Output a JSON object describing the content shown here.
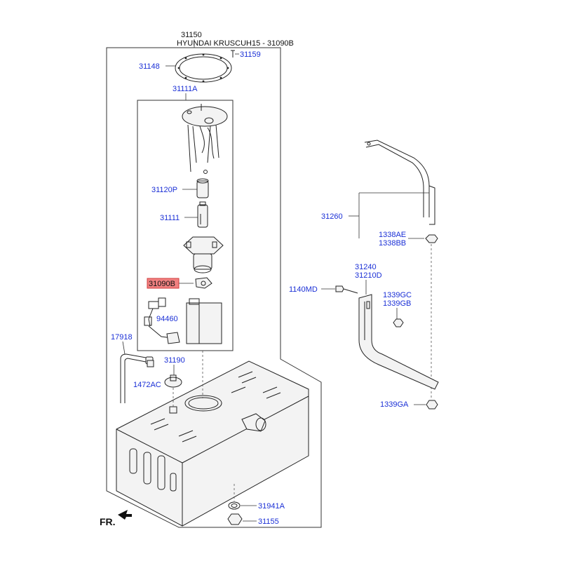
{
  "header": {
    "top_code": "31150",
    "title": "HYUNDAI KRUSCUH15 - 31090B"
  },
  "labels": {
    "p31159": "31159",
    "p31148": "31148",
    "p31111A": "31111A",
    "p31120P": "31120P",
    "p31111": "31111",
    "p31090B": "31090B",
    "p94460": "94460",
    "p17918": "17918",
    "p31190": "31190",
    "p1472AC": "1472AC",
    "p31260": "31260",
    "p1338AE": "1338AE",
    "p1338BB": "1338BB",
    "p31240": "31240",
    "p31210D": "31210D",
    "p1140MD": "1140MD",
    "p1339GC": "1339GC",
    "p1339GB": "1339GB",
    "p1339GA": "1339GA",
    "p31941A": "31941A",
    "p31155": "31155"
  },
  "direction": {
    "text": "FR."
  },
  "colors": {
    "label": "#1a2fd6",
    "highlight_fill": "#f08080",
    "highlight_border": "#d23c3c",
    "line": "#222222"
  }
}
